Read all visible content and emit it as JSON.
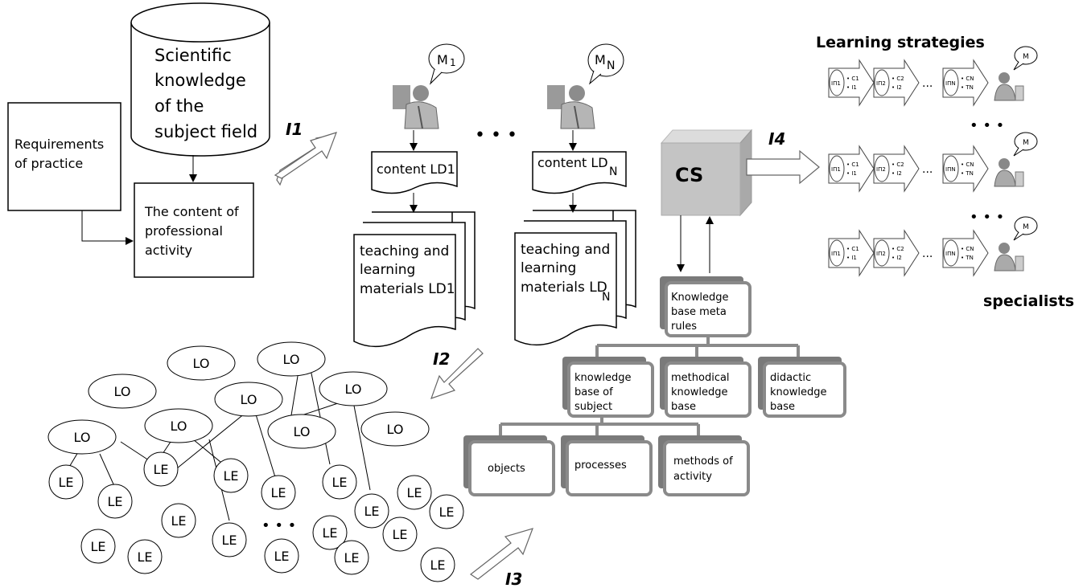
{
  "top": {
    "scientific_knowledge": [
      "Scientific",
      "knowledge",
      "of the",
      "subject field"
    ],
    "requirements": [
      "Requirements",
      "of practice"
    ],
    "professional_activity": [
      "The content of",
      "professional",
      "activity"
    ]
  },
  "interfaces": {
    "i1": "I1",
    "i2": "I2",
    "i3": "I3",
    "i4": "I4"
  },
  "developers": {
    "m1": "M",
    "m1_sub": "1",
    "mn": "M",
    "mn_sub": "N",
    "ellipsis": "• • •"
  },
  "content": {
    "ld1": "content LD1",
    "ldn": "content LD",
    "ldn_sub": "N"
  },
  "materials": {
    "ld1": [
      "teaching and",
      "learning",
      "materials LD1"
    ],
    "ldn": [
      "teaching and",
      "learning",
      "materials LD"
    ],
    "ldn_sub": "N"
  },
  "cs": {
    "label": "CS"
  },
  "kb": {
    "meta": [
      "Knowledge",
      "base meta",
      "rules"
    ],
    "subject": [
      "knowledge",
      "base of",
      "subject"
    ],
    "methodical": [
      "methodical",
      "knowledge",
      "base"
    ],
    "didactic": [
      "didactic",
      "knowledge",
      "base"
    ],
    "objects": "objects",
    "processes": "processes",
    "methods": [
      "methods of",
      "activity"
    ]
  },
  "strategies": {
    "title": "Learning strategies",
    "specialists": "specialists",
    "ellipsis": "• • •",
    "dots": "...",
    "avatar_label": "M",
    "rows": [
      [
        "IП1",
        "• C1",
        "• I1",
        "IП2",
        "• C2",
        "• I2",
        "IПN",
        "• CN",
        "• TN"
      ],
      [
        "IП1",
        "• C1",
        "• I1",
        "IП2",
        "• C2",
        "• I2",
        "IПN",
        "• CN",
        "• TN"
      ],
      [
        "IП1",
        "• C1",
        "• I1",
        "IП2",
        "• C2",
        "• I2",
        "IПN",
        "• CN",
        "• TN"
      ]
    ]
  },
  "network": {
    "lo_label": "LO",
    "le_label": "LE",
    "ellipsis": "• • •"
  }
}
